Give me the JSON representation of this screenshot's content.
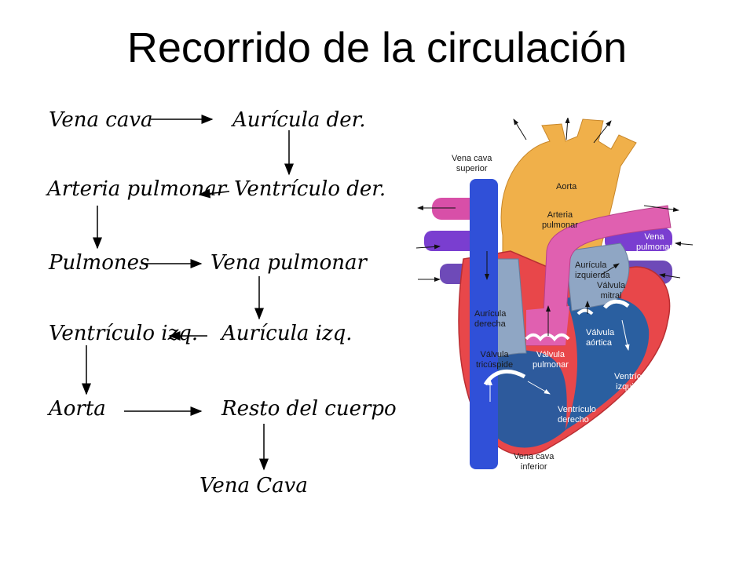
{
  "title": "Recorrido de la circulación",
  "flow": {
    "vena_cava": "Vena cava",
    "auricula_der": "Aurícula der.",
    "arteria_pulmonar": "Arteria pulmonar",
    "ventriculo_der": "Ventrículo der.",
    "pulmones": "Pulmones",
    "vena_pulmonar": "Vena pulmonar",
    "ventriculo_izq": "Ventrículo izq.",
    "auricula_izq": "Aurícula izq.",
    "aorta": "Aorta",
    "resto_cuerpo": "Resto del cuerpo",
    "vena_cava_final": "Vena Cava"
  },
  "heart_labels": {
    "vena_cava_superior": "Vena cava\nsuperior",
    "aorta": "Aorta",
    "arteria_pulmonar": "Arteria\npulmonar",
    "vena_pulmonar": "Vena\npulmonar",
    "auricula_izquierda": "Aurícula\nizquierda",
    "valvula_mitral": "Válvula\nmitral",
    "auricula_derecha": "Aurícula\nderecha",
    "valvula_aortica": "Válvula\naórtica",
    "valvula_tricuspide": "Válvula\ntricúspide",
    "valvula_pulmonar": "Válvula\npulmonar",
    "ventriculo_izquierdo": "Ventrículo\nizquierdo",
    "ventriculo_derecho": "Ventrículo\nderecho",
    "vena_cava_inferior": "Vena cava\ninferior"
  }
}
